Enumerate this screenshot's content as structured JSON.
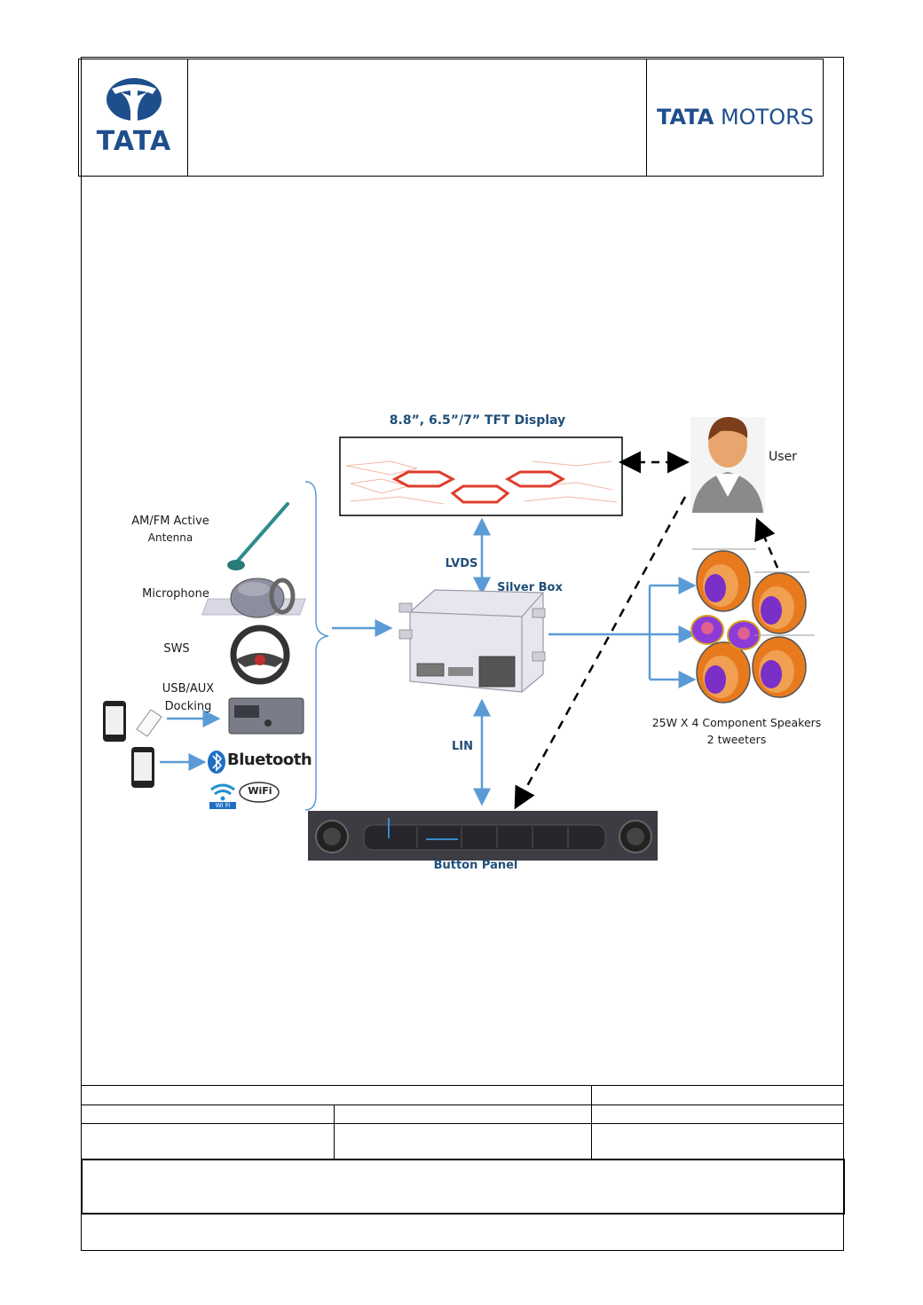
{
  "header": {
    "logo_left_text": "TATA",
    "logo_right_brand": "TATA",
    "logo_right_word": "MOTORS"
  },
  "diagram": {
    "display_title": "8.8”, 6.5”/7” TFT Display",
    "user_label": "User",
    "lvds_label": "LVDS",
    "silver_box_label": "Silver Box",
    "lin_label": "LIN",
    "button_panel_label": "Button Panel",
    "speakers_label_line1": "25W X 4 Component Speakers",
    "speakers_label_line2": "2 tweeters",
    "inputs": {
      "antenna_line1": "AM/FM Active",
      "antenna_line2": "Antenna",
      "microphone": "Microphone",
      "sws": "SWS",
      "usb_line1": "USB/AUX",
      "usb_line2": "Docking",
      "bluetooth": "Bluetooth",
      "wifi": "WiFi",
      "wifi_small": "Wi Fi"
    }
  },
  "colors": {
    "arrow_blue": "#5b9bd5",
    "label_blue": "#1f4e79",
    "display_red": "#e03c2c",
    "speaker_orange": "#e87a1e",
    "speaker_purple": "#7a2fc9"
  }
}
